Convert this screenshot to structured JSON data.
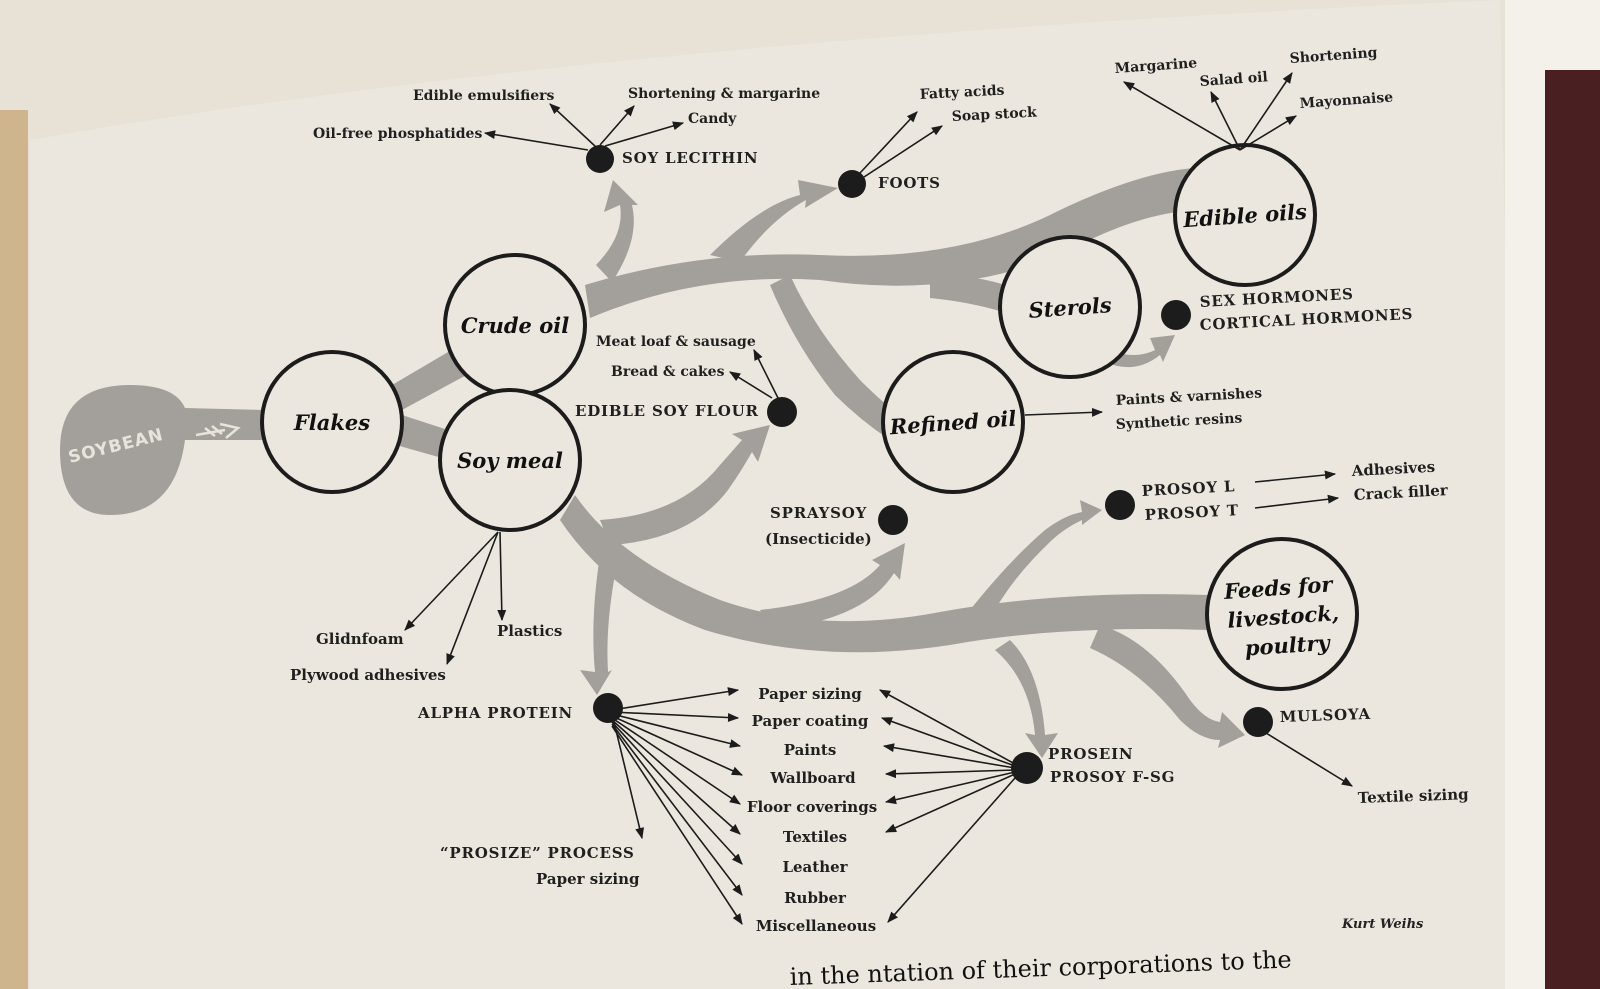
{
  "source": {
    "label": "SOYBEAN"
  },
  "stages": {
    "flakes": "Flakes",
    "crude_oil": "Crude oil",
    "soy_meal": "Soy meal",
    "refined_oil": "Refined oil",
    "sterols": "Sterols",
    "edible_oils": "Edible oils",
    "feeds": [
      "Feeds for",
      "livestock,",
      "poultry"
    ]
  },
  "nodes": {
    "soy_lecithin": "SOY LECITHIN",
    "foots": "FOOTS",
    "sex_hormones": "SEX HORMONES",
    "cortical_hormones": "CORTICAL HORMONES",
    "edible_soy_flour": "EDIBLE SOY FLOUR",
    "spraysoy": "SPRAYSOY",
    "spraysoy_note": "(Insecticide)",
    "prosoy_l": "PROSOY L",
    "prosoy_t": "PROSOY T",
    "alpha_protein": "ALPHA PROTEIN",
    "prosein": "PROSEIN",
    "prosoy_fsg": "PROSOY F-SG",
    "mulsoya": "MULSOYA",
    "prosize": "“PROSIZE” PROCESS"
  },
  "products": {
    "lecithin": [
      "Edible emulsifiers",
      "Shortening & margarine",
      "Candy",
      "Oil-free phosphatides"
    ],
    "foots": [
      "Fatty acids",
      "Soap stock"
    ],
    "edible_oils": [
      "Margarine",
      "Salad oil",
      "Shortening",
      "Mayonnaise"
    ],
    "refined_oil": [
      "Paints & varnishes",
      "Synthetic resins"
    ],
    "flour": [
      "Meat loaf & sausage",
      "Bread & cakes"
    ],
    "prosoy_l": "Adhesives",
    "prosoy_t": "Crack filler",
    "soy_meal": [
      "Glidnfoam",
      "Plywood adhesives",
      "Plastics"
    ],
    "prosize": "Paper sizing",
    "shared": [
      "Paper sizing",
      "Paper coating",
      "Paints",
      "Wallboard",
      "Floor coverings",
      "Textiles",
      "Leather",
      "Rubber",
      "Miscellaneous"
    ],
    "mulsoya": "Textile sizing"
  },
  "credit": "Kurt Weihs",
  "page_text": "in the  ntation of their corporations to the",
  "colors": {
    "paper": "#ece7de",
    "flow": "#a3a09b",
    "ink": "#1c1c1c"
  }
}
